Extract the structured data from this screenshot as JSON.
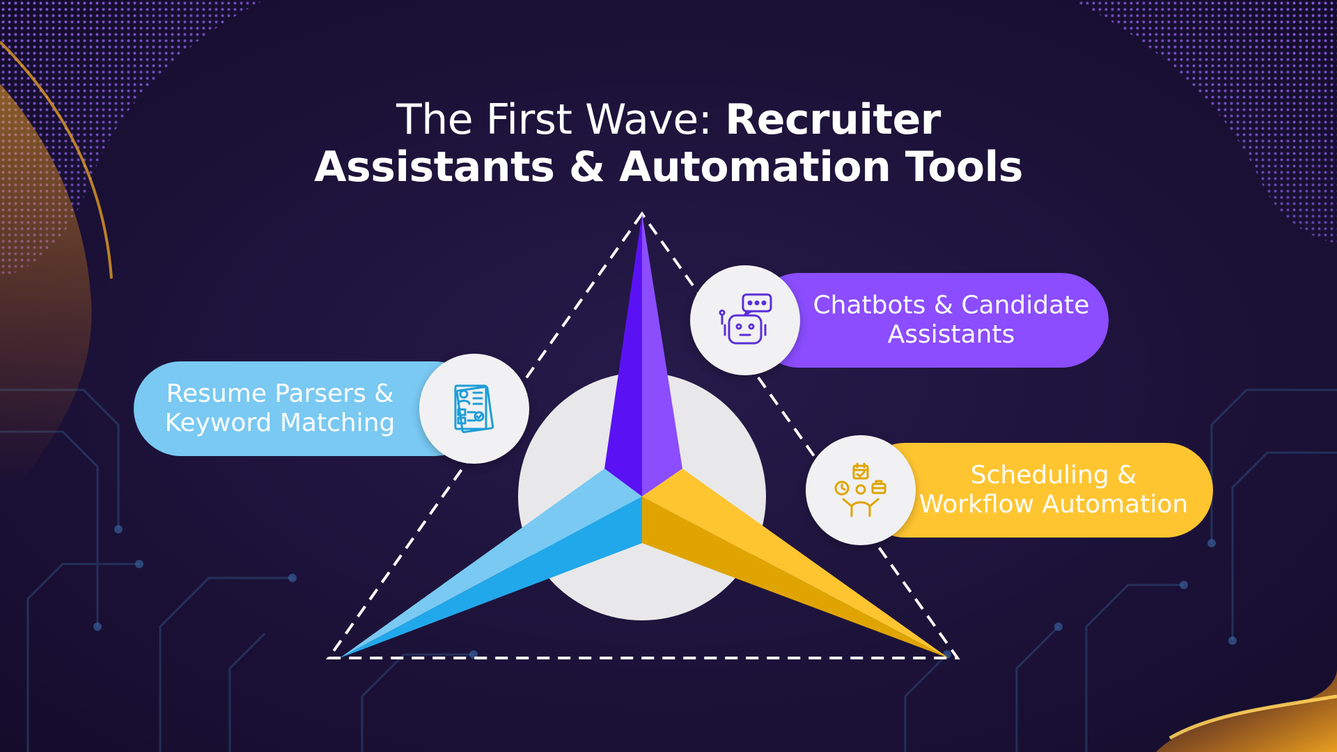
{
  "title": {
    "light": "The First Wave: ",
    "bold_line1": "Recruiter",
    "bold_line2": "Assistants & Automation Tools"
  },
  "items": [
    {
      "label": "Chatbots & Candidate\nAssistants",
      "icon": "chatbot-robot-icon",
      "color": "#8b4dff"
    },
    {
      "label": "Resume Parsers &\nKeyword Matching",
      "icon": "resume-document-icon",
      "color": "#79c9f3"
    },
    {
      "label": "Scheduling &\nWorkflow Automation",
      "icon": "scheduling-person-icon",
      "color": "#ffc531"
    }
  ],
  "colors": {
    "background": "#1d1238",
    "purple": "#8b4dff",
    "purple_dark": "#5a12f5",
    "blue": "#79c9f3",
    "blue_dark": "#21a8ea",
    "yellow": "#ffc531",
    "yellow_dark": "#e0a400",
    "hub": "#e8e8ea",
    "orange_glow": "#ffb01f"
  }
}
